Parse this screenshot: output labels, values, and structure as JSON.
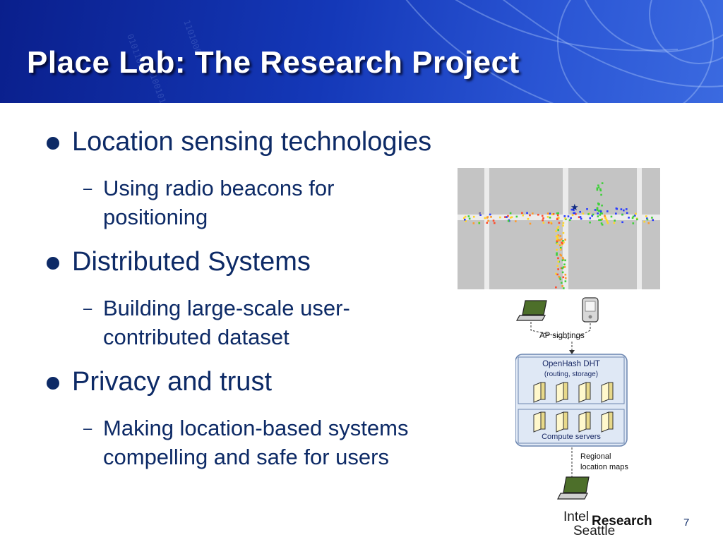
{
  "slide": {
    "title": "Place Lab: The Research Project",
    "page_number": "7"
  },
  "bullets": [
    {
      "text": "Location sensing technologies",
      "sub": [
        "Using radio beacons for",
        "positioning"
      ]
    },
    {
      "text": "Distributed Systems",
      "sub": [
        "Building large-scale user-",
        "contributed dataset"
      ]
    },
    {
      "text": "Privacy and trust",
      "sub": [
        "Making location-based systems",
        "compelling and safe for users"
      ]
    }
  ],
  "diagram": {
    "ap_sightings": "AP sightings",
    "dht_title": "OpenHash DHT",
    "dht_subtitle": "(routing, storage)",
    "compute_label": "Compute servers",
    "maps_line1": "Regional",
    "maps_line2": "location maps"
  },
  "logo": {
    "line1": "Intel",
    "line2": "Research",
    "line3": "Seattle"
  },
  "colors": {
    "title_text": "#ffffff",
    "body_text": "#0d2a66",
    "header_blue": "#1438b8",
    "diagram_fill": "#dfe8f5",
    "diagram_stroke": "#6c86b0"
  },
  "icons": [
    "laptop-icon",
    "pda-icon",
    "server-icon",
    "map-image"
  ]
}
